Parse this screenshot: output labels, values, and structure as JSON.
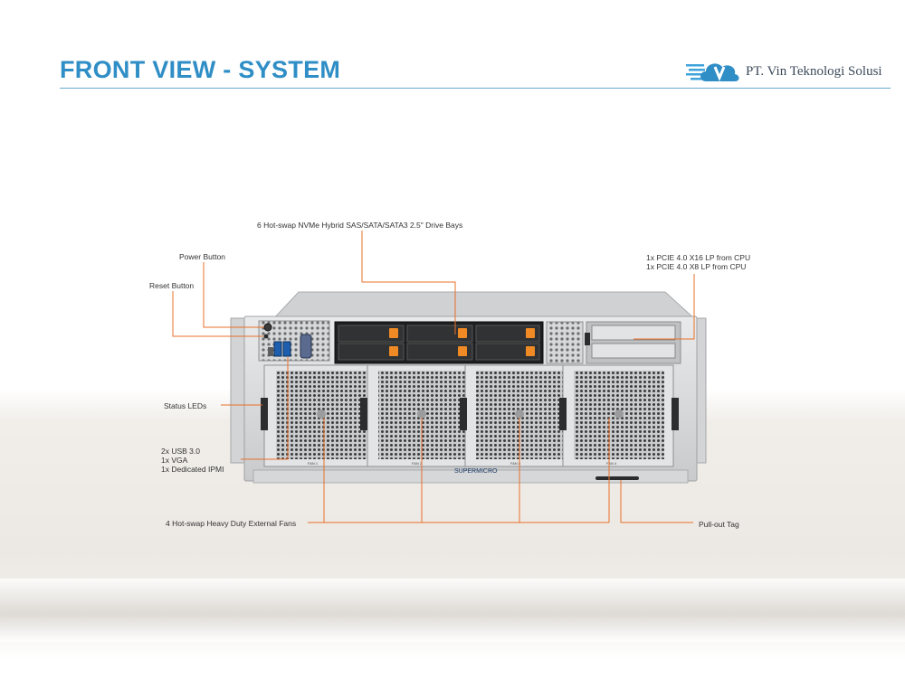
{
  "header": {
    "title": "FRONT VIEW - SYSTEM",
    "company": "PT. Vin Teknologi Solusi",
    "logo_icon": "cloud-v-logo-icon",
    "accent_color": "#2f8ec6"
  },
  "server": {
    "brand": "SUPERMICRO",
    "fan_labels": [
      "FAN 1",
      "FAN 2",
      "FAN 3",
      "FAN 4"
    ],
    "leader_color": "#e8702a",
    "drive_latch_color": "#f08a24"
  },
  "callouts": {
    "drive_bays": "6 Hot-swap NVMe Hybrid SAS/SATA/SATA3 2.5\" Drive Bays",
    "power_button": "Power Button",
    "reset_button": "Reset Button",
    "pcie_line1": "1x PCIE 4.0 X16 LP from CPU",
    "pcie_line2": "1x PCIE 4.0 X8 LP from CPU",
    "status_leds": "Status LEDs",
    "io_line1": "2x USB 3.0",
    "io_line2": "1x VGA",
    "io_line3": "1x Dedicated IPMI",
    "fans": "4 Hot-swap Heavy Duty External Fans",
    "pullout_tag": "Pull-out Tag"
  }
}
